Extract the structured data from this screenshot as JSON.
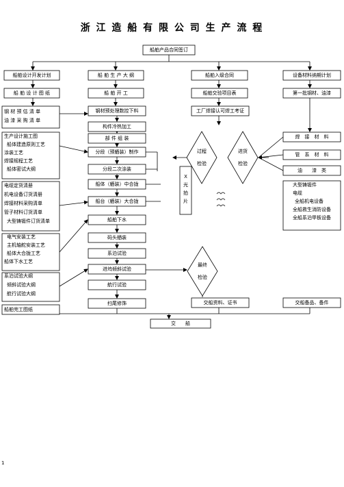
{
  "title": "浙 江 造 船 有 限 公 司 生 产 流 程",
  "page_number": "1",
  "nodes": {
    "contract": "船舶产品合同签订",
    "design_plan": "船舶设计开发计划",
    "prod_plan": "船 舶 生 产 大 纲",
    "class_contract": "船舶入级合同",
    "material_plan": "设备材料纳期计划",
    "design_drawings": "船 舶 设 计 图 纸",
    "ship_start": "船 舶 开 工",
    "delivery_table": "船舶交验项目表",
    "first_steel": "第一批钢材、油漆",
    "steel_list": [
      "钢 材 预 估 清 单",
      "油 漆 采 购 清 单"
    ],
    "steel_pretreat": "钢材预处理数控下料",
    "welder_cert": "工厂焊接认可焊工考证",
    "member_cold": "构件冷热加工",
    "part_assembly": "部 件 组 装",
    "section_build": "分段（预舾装）制作",
    "section_paint": "分段二次涂装",
    "hull_middle": "船体（舾装）中合拢",
    "hull_final": "船台（舾装）大合拢",
    "launch": "船舶下水",
    "quay_outfit": "码头舾装",
    "mooring_test": "系泊试验",
    "incline_test": "进坞倾斜试验",
    "sea_trial": "航行试验",
    "finishing": "扫尾修饰",
    "delivery_docs": "交船资料、证书",
    "delivery_spares": "交船备品、备件",
    "delivery": "交　　船",
    "process_docs": [
      "生产设计施工图",
      "船体建造原则工艺",
      "涂装工艺",
      "焊接规程工艺",
      "船体密试大纲"
    ],
    "equipment_lists": [
      "电缆定货清册",
      "机电设备订货清册",
      "焊接材料采购清单",
      "管子材料订货清单",
      "大型铸锻件订货清单"
    ],
    "install_process": [
      "电气安装工艺",
      "主机轴舵安装工艺",
      "船体大合拢工艺",
      "船体下水工艺"
    ],
    "trial_docs": [
      "系泊试验大纲",
      "倾斜试验大纲",
      "航行试验大纲"
    ],
    "completion_drawings": "船舶完工图纸",
    "process_inspection": [
      "过程",
      "检验"
    ],
    "incoming_inspection": [
      "进货",
      "检验"
    ],
    "xray": [
      "X",
      "光",
      "拍",
      "片"
    ],
    "final_inspection": [
      "最终",
      "检验"
    ],
    "weld_material": "焊　接　材　料",
    "pipe_material": "管　系　材　料",
    "paint_material": "油　　漆　类",
    "large_items": [
      "大型铸锻件",
      "电缆",
      "全船机电设备",
      "全船救生消防设备",
      "全船系泊甲板设备"
    ]
  },
  "colors": {
    "line": "#000000",
    "box_fill": "#ffffff"
  }
}
